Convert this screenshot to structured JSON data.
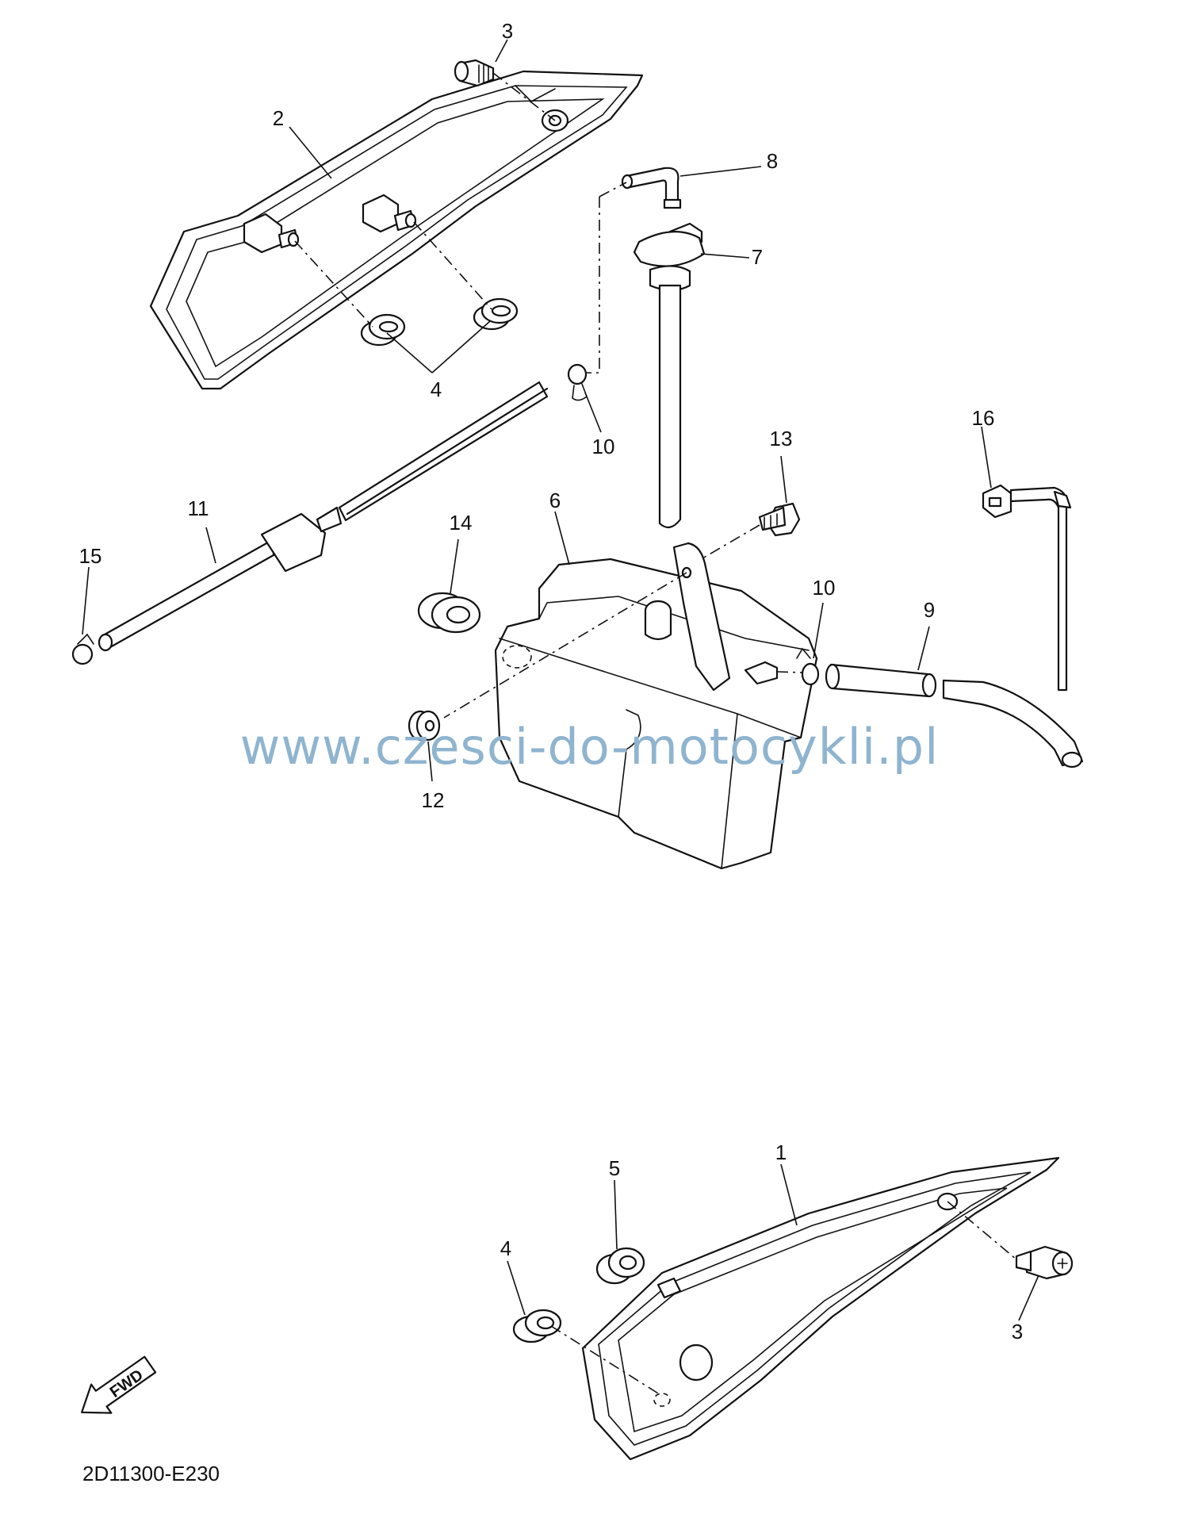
{
  "callouts": {
    "c1": "1",
    "c2": "2",
    "c3a": "3",
    "c3b": "3",
    "c4a": "4",
    "c4b": "4",
    "c5": "5",
    "c6": "6",
    "c7": "7",
    "c8": "8",
    "c9": "9",
    "c10a": "10",
    "c10b": "10",
    "c11": "11",
    "c12": "12",
    "c13": "13",
    "c14": "14",
    "c15": "15",
    "c16": "16"
  },
  "fwd_label": "FWD",
  "watermark": "www.czesci-do-motocykli.pl",
  "diagram_code": "2D11300-E230"
}
